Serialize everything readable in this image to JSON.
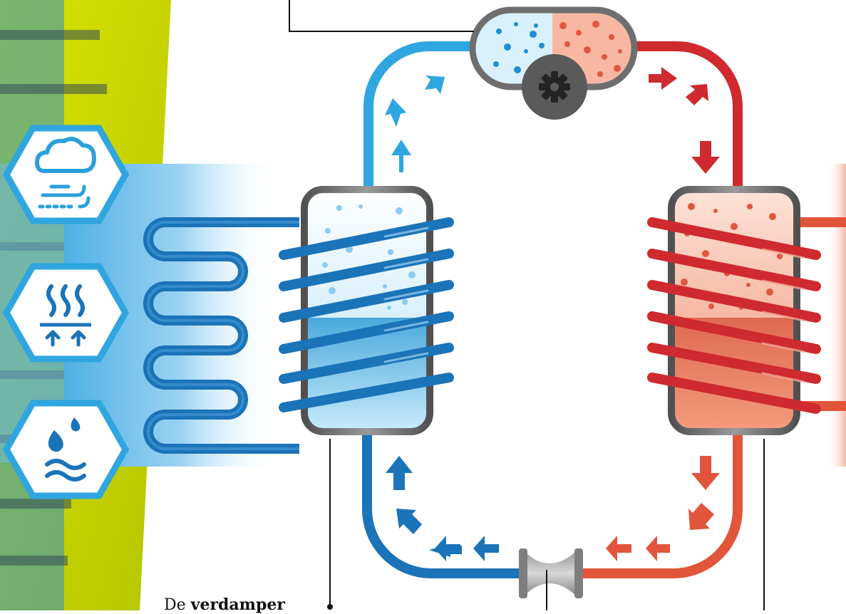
{
  "diagram": {
    "evaporator_caption": {
      "prefix": "De",
      "term": "verdamper"
    },
    "heat_sources": [
      {
        "icon": "cloud-wind-icon",
        "meaning": "air"
      },
      {
        "icon": "ground-heat-icon",
        "meaning": "ground"
      },
      {
        "icon": "water-drop-icon",
        "meaning": "water"
      }
    ],
    "components": [
      "evaporator",
      "compressor",
      "condenser",
      "expansion-valve"
    ],
    "colors": {
      "cold_dark": "#1b73b8",
      "cold_light": "#2fa6e0",
      "hot_dark": "#cf2a2f",
      "hot_light": "#e2553b",
      "background_green": "#c4d400",
      "tank_border": "#6e6e6e"
    }
  }
}
